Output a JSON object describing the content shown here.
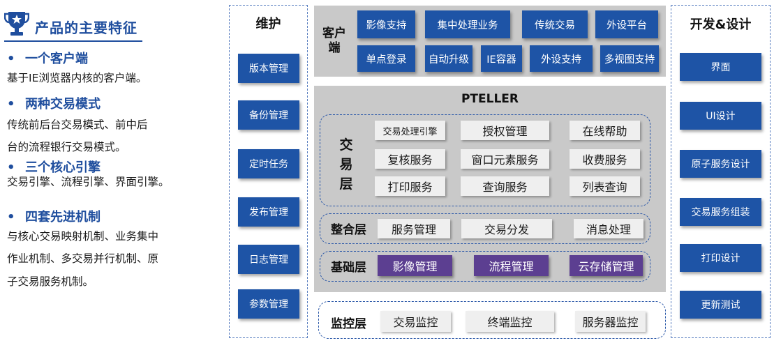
{
  "left_panel": {
    "title": "产品的主要特征",
    "icon": "trophy-icon",
    "bullet": "•",
    "features": [
      {
        "title": "一个客户端",
        "desc": [
          "基于IE浏览器内核的客户端。"
        ]
      },
      {
        "title": "两种交易模式",
        "desc": [
          "传统前后台交易模式、前中后",
          "台的流程银行交易模式。"
        ]
      },
      {
        "title": "三个核心引擎",
        "desc": [
          "交易引擎、流程引擎、界面引擎。"
        ]
      },
      {
        "title": "四套先进机制",
        "desc": [
          "与核心交易映射机制、业务集中",
          "作业机制、多交易并行机制、原",
          "子交易服务机制。"
        ]
      }
    ]
  },
  "maintenance": {
    "title": "维护",
    "items": [
      "版本管理",
      "备份管理",
      "定时任务",
      "发布管理",
      "日志管理",
      "参数管理"
    ]
  },
  "client": {
    "label": "客户端",
    "row1": [
      "影像支持",
      "集中处理业务",
      "传统交易",
      "外设平台"
    ],
    "row2": [
      "单点登录",
      "自动升级",
      "IE容器",
      "外设支持",
      "多视图支持"
    ]
  },
  "pteller": {
    "title": "PTELLER",
    "transaction_layer": {
      "label": "交易层",
      "rows": [
        [
          "交易处理引擎",
          "授权管理",
          "在线帮助"
        ],
        [
          "复核服务",
          "窗口元素服务",
          "收费服务"
        ],
        [
          "打印服务",
          "查询服务",
          "列表查询"
        ]
      ]
    },
    "integration_layer": {
      "label": "整合层",
      "items": [
        "服务管理",
        "交易分发",
        "消息处理"
      ]
    },
    "base_layer": {
      "label": "基础层",
      "items": [
        "影像管理",
        "流程管理",
        "云存储管理"
      ]
    }
  },
  "monitor_layer": {
    "label": "监控层",
    "items": [
      "交易监控",
      "终端监控",
      "服务器监控"
    ]
  },
  "dev_design": {
    "title": "开发&设计",
    "items": [
      "界面",
      "UI设计",
      "原子服务设计",
      "交易服务组装",
      "打印设计",
      "更新测试"
    ]
  },
  "colors": {
    "brand_blue": "#1e54a6",
    "title_blue": "#1f4e9e",
    "purple": "#5c3f91",
    "panel_gray": "#c9c9c9",
    "button_gray": "#efefef"
  }
}
